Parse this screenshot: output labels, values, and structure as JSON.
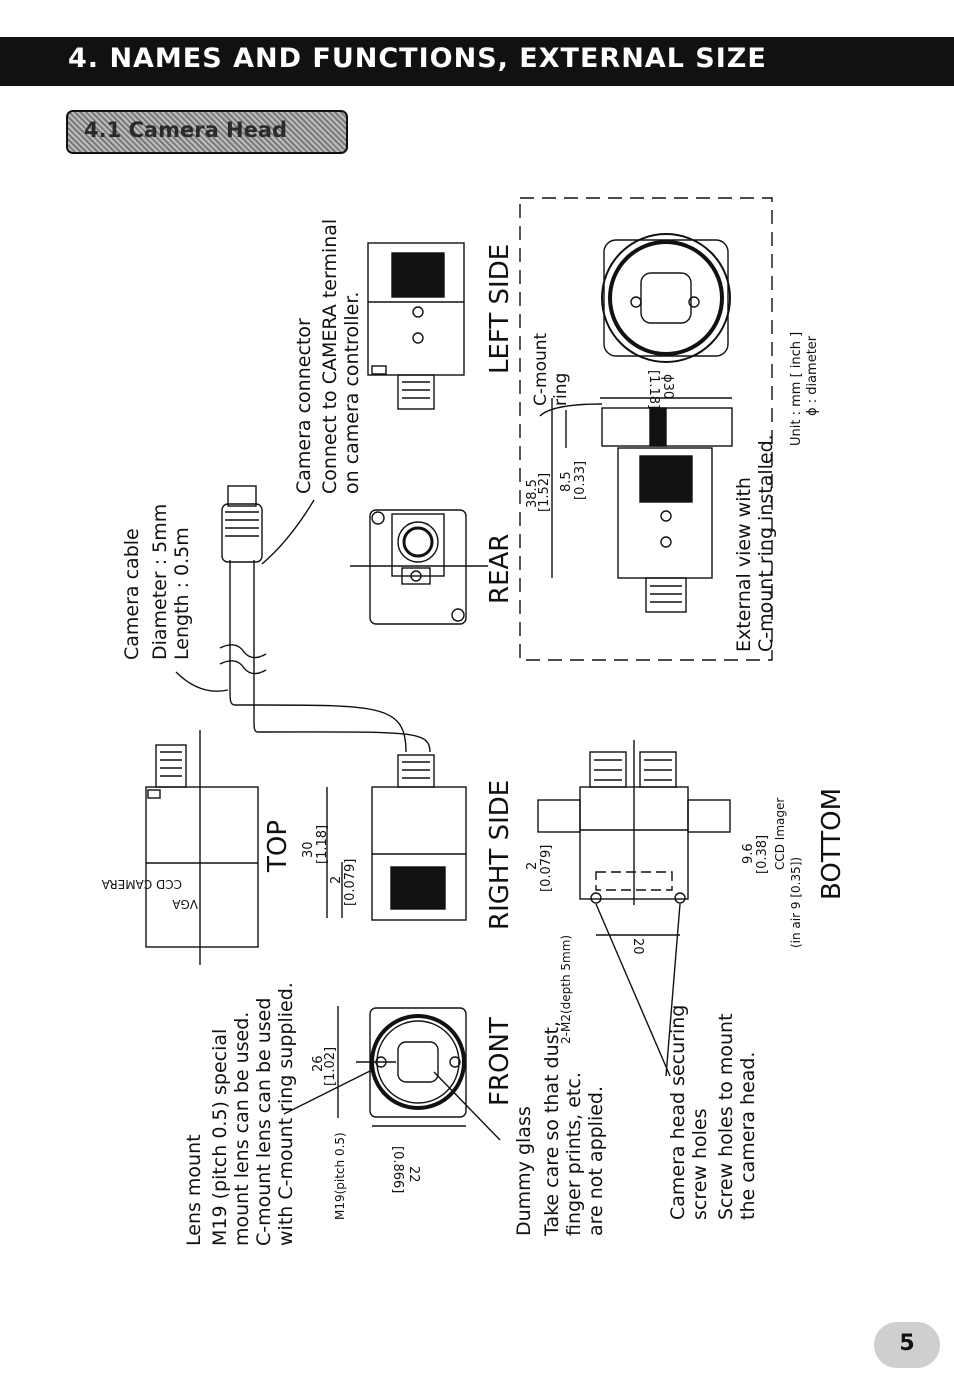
{
  "header": {
    "title": "4. NAMES AND FUNCTIONS, EXTERNAL SIZE"
  },
  "section": {
    "label": "4.1 Camera Head"
  },
  "views": {
    "front": "FRONT",
    "top": "TOP",
    "rear": "REAR",
    "right_side": "RIGHT SIDE",
    "left_side": "LEFT SIDE",
    "bottom": "BOTTOM"
  },
  "lens_mount": {
    "title": "Lens mount",
    "line1": "M19 (pitch 0.5) special",
    "line2": "mount lens can be used.",
    "line3": "C-mount lens can be used",
    "line4": "with C-mount ring supplied."
  },
  "dummy_glass": {
    "title": "Dummy glass",
    "line1": "Take care so that dust,",
    "line2": "finger prints, etc.",
    "line3": "are not applied."
  },
  "screw_holes": {
    "title1": "Camera head securing",
    "title2": "screw holes",
    "line1": "Screw holes to mount",
    "line2": "the camera head."
  },
  "camera_cable": {
    "title": "Camera cable",
    "line1": "Diameter : 5mm",
    "line2": "Length : 0.5m"
  },
  "camera_connector": {
    "title": "Camera connector",
    "line1": "Connect to CAMERA terminal",
    "line2": "on camera controller."
  },
  "cmount_ring": {
    "line1": "C-mount",
    "line2": "ring"
  },
  "external_view": {
    "line1": "External view with",
    "line2": "C-mount ring installed."
  },
  "units": {
    "line1": "Unit : mm [ inch ]",
    "line2": "ϕ : diameter"
  },
  "camera_label": {
    "line1": "CCD CAMERA",
    "line2": "VGA"
  },
  "dimensions": {
    "front_26": "26",
    "front_26_in": "[1.02]",
    "front_22": "22",
    "front_22_in": "[0.866]",
    "m19": "M19(pitch 0.5)",
    "top_30": "30",
    "top_30_in": "[1.18]",
    "top_2": "2",
    "top_2_in": "[0.079]",
    "side_2": "2",
    "side_2_in": "[0.079]",
    "m2": "2-M2(depth 5mm)",
    "bottom_20": "20",
    "ccd_96": "9.6",
    "ccd_96_in": "[0.38]",
    "ccd_label": "CCD Imager",
    "air": "(in air 9 [0.35])",
    "len_385": "38.5",
    "len_385_in": "[1.52]",
    "len_85": "8.5",
    "len_85_in": "[0.33]",
    "dia_30": "ϕ30",
    "dia_30_in": "[1.18]"
  },
  "page": {
    "number": "5"
  }
}
